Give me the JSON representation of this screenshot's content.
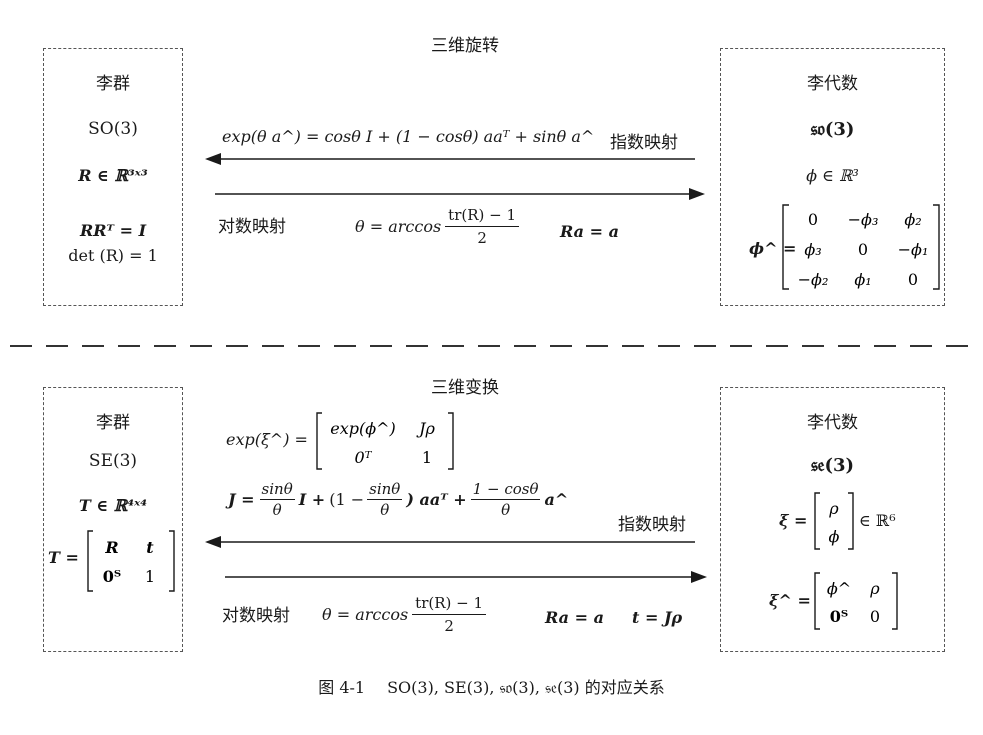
{
  "top": {
    "title": "三维旋转",
    "left": {
      "heading": "李群",
      "group": "SO(3)",
      "membership": "R ∈ ℝ³ˣ³",
      "orthogonal": "RRᵀ = I",
      "det": "det (R) = 1"
    },
    "right": {
      "heading": "李代数",
      "algebra": "𝔰𝔬(3)",
      "membership": "ϕ ∈ ℝ³",
      "hat_label": "ϕ^ =",
      "matrix": [
        [
          "0",
          "−ϕ₃",
          "ϕ₂"
        ],
        [
          "ϕ₃",
          "0",
          "−ϕ₁"
        ],
        [
          "−ϕ₂",
          "ϕ₁",
          "0"
        ]
      ]
    },
    "exp_formula": "exp(θ a^) = cosθ I + (1 − cosθ) aaᵀ + sinθ a^",
    "exp_label": "指数映射",
    "log_label": "对数映射",
    "theta_formula": {
      "lhs": "θ = arccos",
      "num": "tr(R) − 1",
      "den": "2"
    },
    "axis_formula": "Ra = a"
  },
  "bottom": {
    "title": "三维变换",
    "left": {
      "heading": "李群",
      "group": "SE(3)",
      "membership": "T ∈ ℝ⁴ˣ⁴",
      "t_label": "T =",
      "matrix": [
        [
          "R",
          "t"
        ],
        [
          "0ᵀ",
          "1"
        ]
      ]
    },
    "right": {
      "heading": "李代数",
      "algebra": "𝔰𝔢(3)",
      "xi_label": "ξ =",
      "xi_vector": [
        "ρ",
        "ϕ"
      ],
      "xi_in": "∈ ℝ⁶",
      "xi_hat_label": "ξ^ =",
      "xi_hat_matrix": [
        [
          "ϕ^",
          "ρ"
        ],
        [
          "0ᵀ",
          "0"
        ]
      ]
    },
    "exp_formula": {
      "lhs": "exp(ξ^) =",
      "matrix": [
        [
          "exp(ϕ^)",
          "Jρ"
        ],
        [
          "0ᵀ",
          "1"
        ]
      ]
    },
    "j_formula": {
      "lhs": "J =",
      "f1_num": "sinθ",
      "f1_den": "θ",
      "mid1": "I +",
      "open": "(1 −",
      "f2_num": "sinθ",
      "f2_den": "θ",
      "mid2": ") aaᵀ +",
      "f3_num": "1 − cosθ",
      "f3_den": "θ",
      "tail": "a^"
    },
    "exp_label": "指数映射",
    "log_label": "对数映射",
    "theta_formula": {
      "lhs": "θ = arccos",
      "num": "tr(R) − 1",
      "den": "2"
    },
    "axis_formula": "Ra = a",
    "t_formula": "t = Jρ"
  },
  "caption": {
    "fig": "图 4-1",
    "text": "SO(3), SE(3), 𝔰𝔬(3), 𝔰𝔢(3) 的对应关系"
  }
}
